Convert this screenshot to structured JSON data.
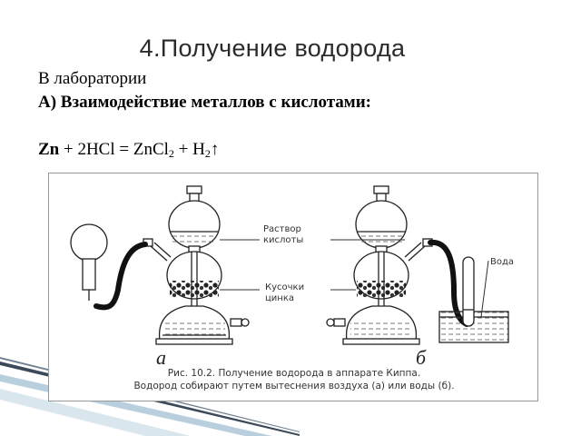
{
  "slide": {
    "title": "4.Получение водорода",
    "subtitle": "В лаборатории",
    "heading_a": "А) Взаимодействие металлов с кислотами:"
  },
  "equation": {
    "metal": "Zn",
    "part1": " + 2HCl = ZnCl",
    "sub1": "2",
    "part2": " + H",
    "sub2": "2",
    "arrow": "↑"
  },
  "figure": {
    "label_acid_line1": "Раствор",
    "label_acid_line2": "кислоты",
    "label_zinc_line1": "Кусочки",
    "label_zinc_line2": "цинка",
    "label_water": "Вода",
    "panel_a": "а",
    "panel_b": "б",
    "caption_line1": "Рис. 10.2. Получение водорода в аппарате Киппа.",
    "caption_line2": "Водород собирают путем вытеснения воздуха (а) или воды (б)."
  }
}
